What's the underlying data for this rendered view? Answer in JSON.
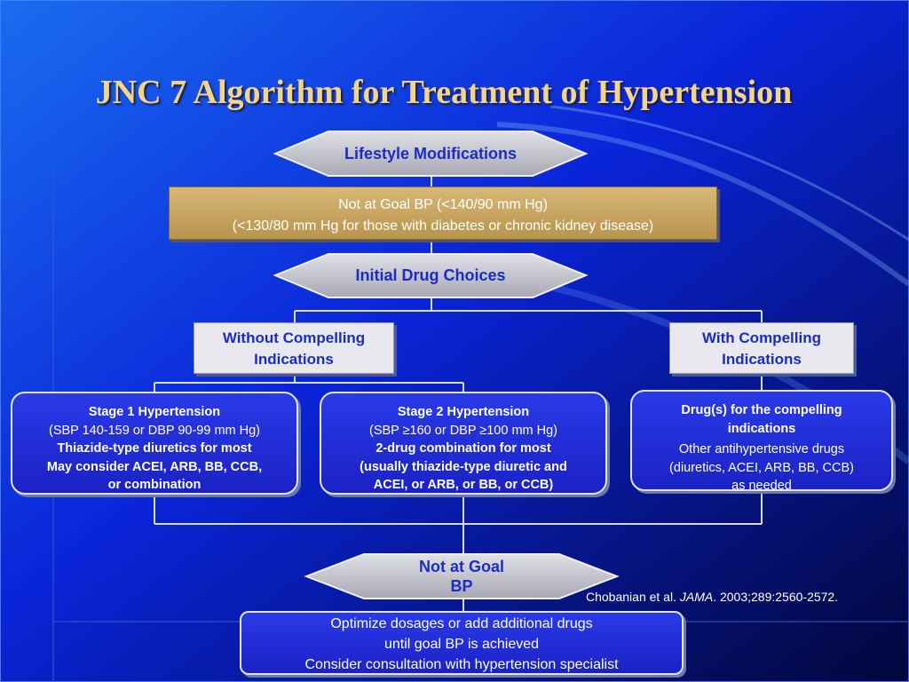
{
  "title": "JNC 7 Algorithm for Treatment of Hypertension",
  "nodes": {
    "lifestyle": "Lifestyle Modifications",
    "not_at_goal_1": {
      "line1": "Not at Goal BP (<140/90 mm Hg)",
      "line2": "(<130/80 mm Hg for those with diabetes or chronic kidney disease)"
    },
    "initial_drug": "Initial Drug Choices",
    "without_compelling": {
      "line1": "Without Compelling",
      "line2": "Indications"
    },
    "with_compelling": {
      "line1": "With Compelling",
      "line2": "Indications"
    },
    "stage1": {
      "title": "Stage 1 Hypertension",
      "line1": "(SBP 140-159 or DBP 90-99 mm Hg)",
      "line2": "Thiazide-type diuretics for most",
      "line3": "May consider ACEI, ARB, BB, CCB,",
      "line4": "or combination"
    },
    "stage2": {
      "title": "Stage 2 Hypertension",
      "line1": "(SBP ≥160 or DBP ≥100 mm Hg)",
      "line2": "2-drug combination for most",
      "line3": "(usually thiazide-type diuretic and",
      "line4": "ACEI, or ARB, or BB, or CCB)"
    },
    "compelling_drugs": {
      "title1": "Drug(s) for the compelling",
      "title2": "indications",
      "line1": "Other antihypertensive drugs",
      "line2": "(diuretics, ACEI, ARB, BB, CCB)",
      "line3": "as needed"
    },
    "not_at_goal_2": {
      "line1": "Not at Goal",
      "line2": "BP"
    },
    "optimize": {
      "line1": "Optimize dosages or add additional drugs",
      "line2": "until goal BP is achieved",
      "line3": "Consider consultation with hypertension specialist"
    }
  },
  "citation": {
    "prefix": "Chobanian et al.",
    "journal": "JAMA",
    "suffix": ". 2003;289:2560-2572."
  },
  "colors": {
    "background": "#0a1cc8",
    "title": "#f2d58a",
    "hexagon": "#c8c8d0",
    "gold_box": "#c8a45c",
    "blue_box": "#2230d8",
    "node_text": "#1a2cc8"
  }
}
